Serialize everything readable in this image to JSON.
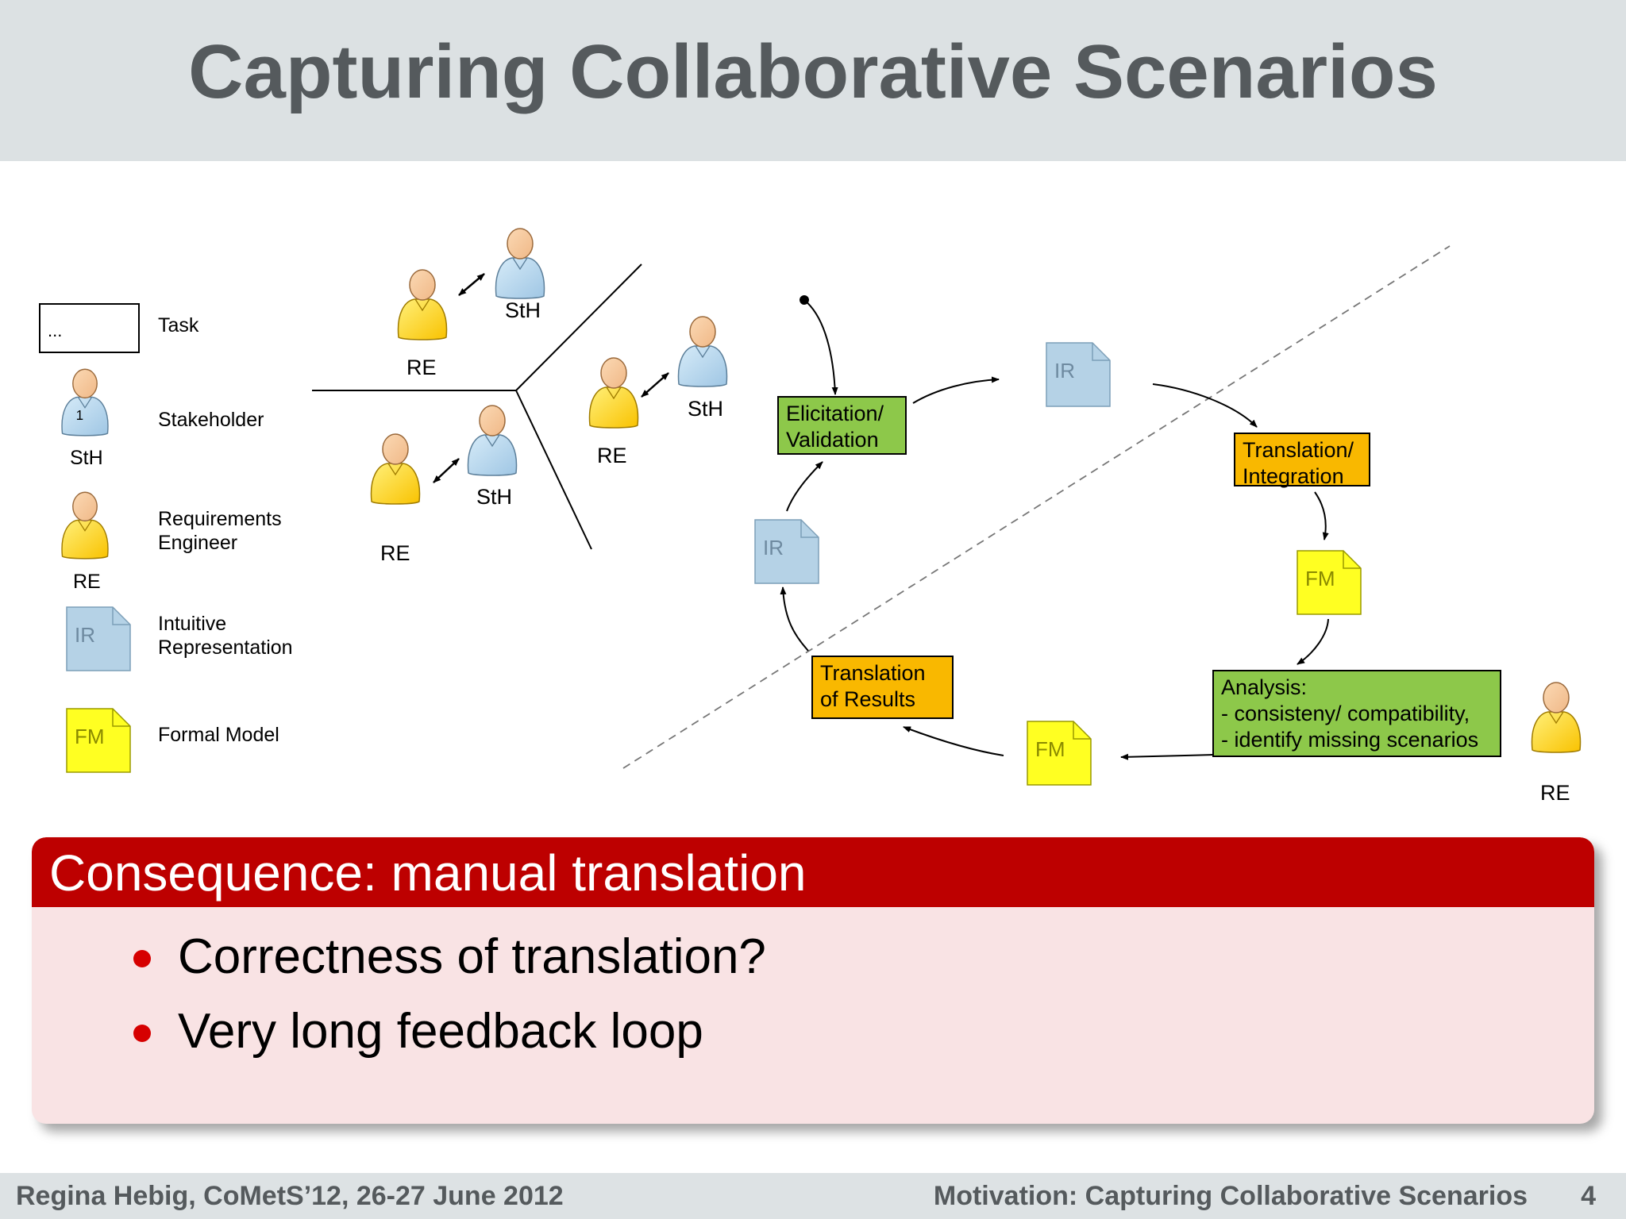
{
  "slide": {
    "title": "Capturing Collaborative Scenarios"
  },
  "legend": [
    {
      "key": "task",
      "label_lines": [
        "Task"
      ],
      "symbol_text": "..."
    },
    {
      "key": "stakeholder",
      "label_lines": [
        "Stakeholder"
      ],
      "symbol_text": "StH",
      "badge": "1"
    },
    {
      "key": "requirements-engineer",
      "label_lines": [
        "Requirements",
        "Engineer"
      ],
      "symbol_text": "RE"
    },
    {
      "key": "intuitive-representation",
      "label_lines": [
        "Intuitive",
        "Representation"
      ],
      "symbol_text": "IR"
    },
    {
      "key": "formal-model",
      "label_lines": [
        "Formal Model"
      ],
      "symbol_text": "FM"
    }
  ],
  "people_labels": {
    "re": "RE",
    "sth": "StH"
  },
  "doc_labels": {
    "ir": "IR",
    "fm": "FM"
  },
  "tasks": {
    "elicitation": [
      "Elicitation/",
      "Validation"
    ],
    "translation_integration": [
      "Translation/",
      "Integration"
    ],
    "analysis": [
      "Analysis:",
      "- consisteny/ compatibility,",
      "- identify missing scenarios"
    ],
    "translation_results": [
      "Translation",
      "of Results"
    ]
  },
  "colors": {
    "green_task": "#8dc84a",
    "orange_task": "#f9b800",
    "formal_model": "#ffff22",
    "intuitive_rep": "#b5d2e6",
    "engineer": "#f9c200",
    "stakeholder": "#9fc6e4",
    "skin": "#f0b887",
    "accent_red": "#bd0000"
  },
  "block": {
    "title": "Consequence: manual translation",
    "bullets": [
      "Correctness of translation?",
      "Very long feedback loop"
    ]
  },
  "footer": {
    "left": "Regina Hebig,  CoMetS’12,  26-27 June 2012",
    "right": "Motivation: Capturing Collaborative Scenarios",
    "page": "4"
  }
}
